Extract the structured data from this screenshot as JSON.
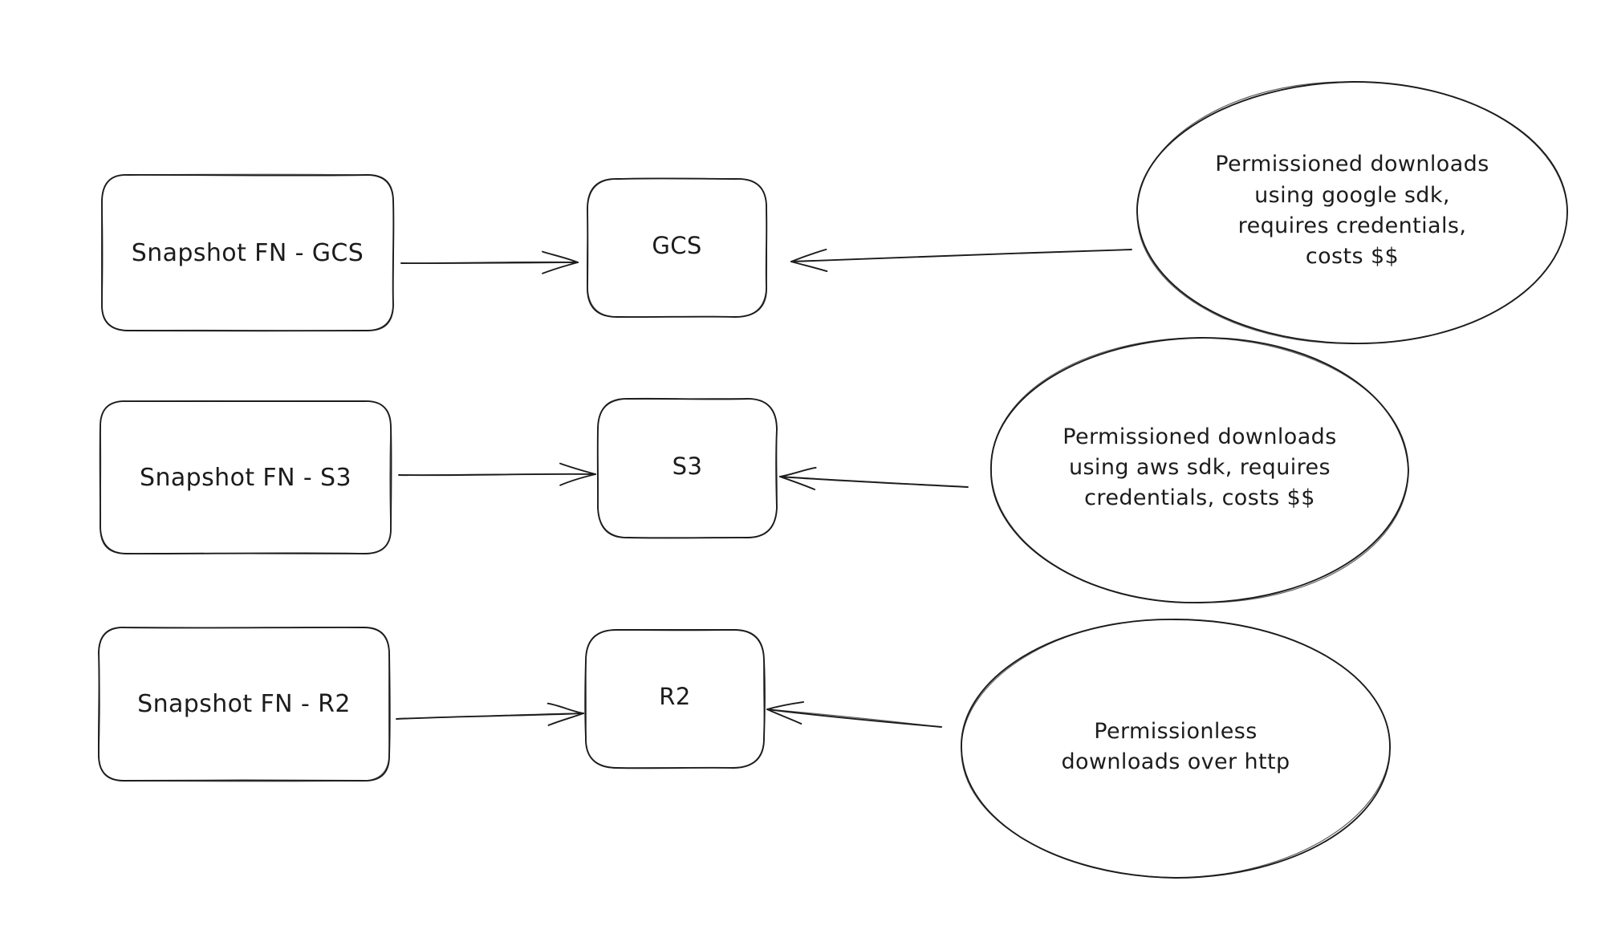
{
  "diagram": {
    "colors": {
      "background": "#ffffff",
      "stroke": "#1c1c1c"
    },
    "rows": [
      {
        "id": "gcs",
        "source": {
          "label": "Snapshot FN - GCS"
        },
        "target": {
          "label": "GCS"
        },
        "note": {
          "label": "Permissioned downloads\nusing google sdk,\nrequires credentials,\ncosts $$"
        }
      },
      {
        "id": "s3",
        "source": {
          "label": "Snapshot FN - S3"
        },
        "target": {
          "label": "S3"
        },
        "note": {
          "label": "Permissioned downloads\nusing aws sdk, requires\ncredentials, costs $$"
        }
      },
      {
        "id": "r2",
        "source": {
          "label": "Snapshot FN - R2"
        },
        "target": {
          "label": "R2"
        },
        "note": {
          "label": "Permissionless\ndownloads over http"
        }
      }
    ]
  }
}
